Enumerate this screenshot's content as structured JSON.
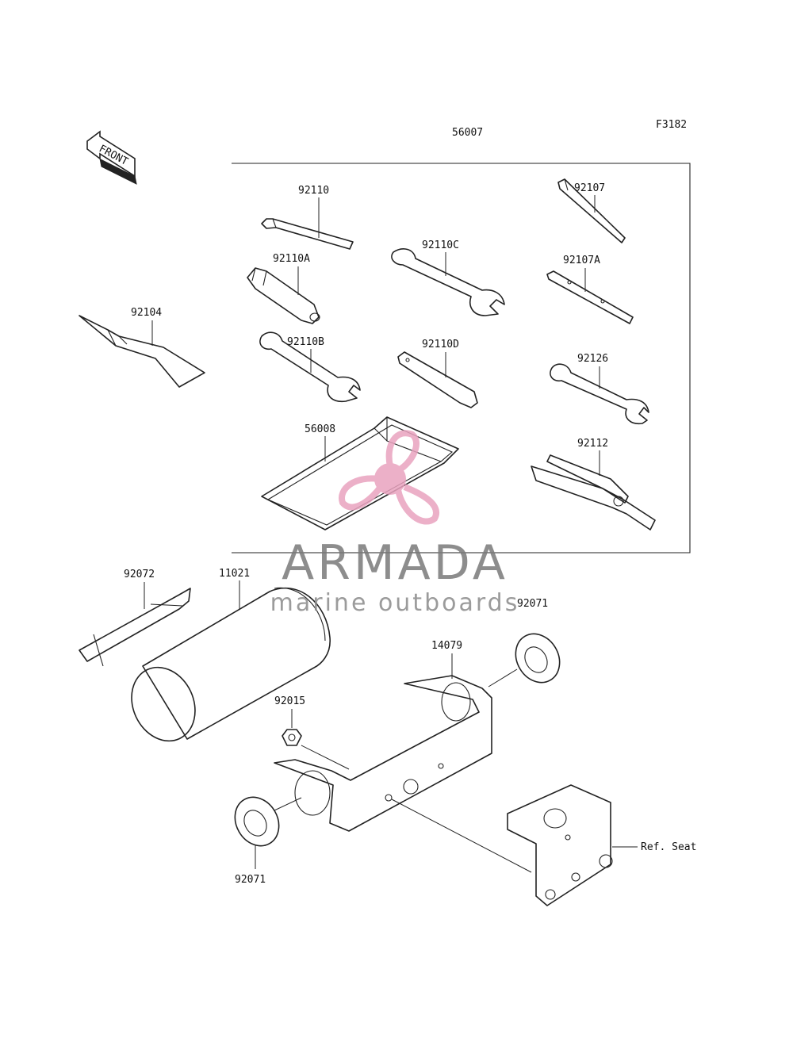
{
  "figure_code": "F3182",
  "front_label": "FRONT",
  "kit_number": "56007",
  "callouts": {
    "p92110": "92110",
    "p92110A": "92110A",
    "p92110B": "92110B",
    "p92110C": "92110C",
    "p92110D": "92110D",
    "p92107": "92107",
    "p92107A": "92107A",
    "p92126": "92126",
    "p92112": "92112",
    "p56008": "56008",
    "p92104": "92104",
    "p92072": "92072",
    "p11021": "11021",
    "p92071_top": "92071",
    "p14079": "14079",
    "p92015": "92015",
    "p92071_bottom": "92071",
    "ref_seat": "Ref. Seat"
  },
  "watermark": {
    "title": "ARMADA",
    "subtitle": "marine outboards",
    "logo_color": "#e9a3bf",
    "text_color": "#7a7a7a"
  }
}
